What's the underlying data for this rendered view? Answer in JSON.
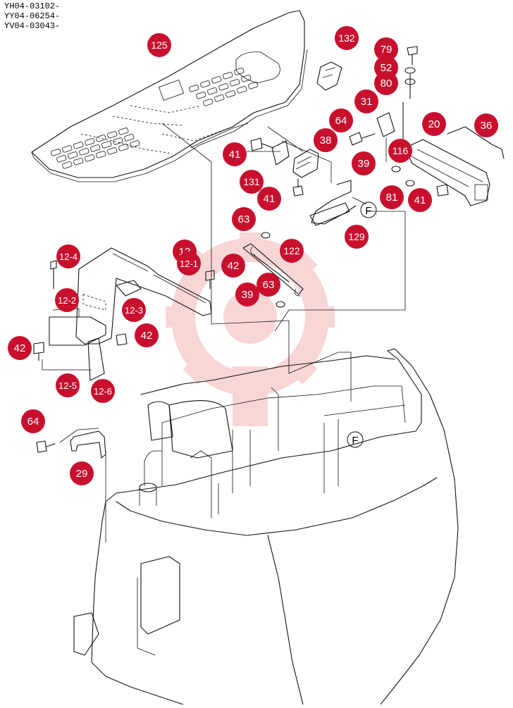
{
  "serial_numbers": [
    "YH04-03102-",
    "YY04-06254-",
    "YV04-03043-"
  ],
  "marker_color": "#c8102e",
  "watermark_color": "#f3b6b6",
  "callouts": [
    {
      "label": "125"
    },
    {
      "label": "132"
    },
    {
      "label": "79"
    },
    {
      "label": "52"
    },
    {
      "label": "80"
    },
    {
      "label": "31"
    },
    {
      "label": "64"
    },
    {
      "label": "20"
    },
    {
      "label": "36"
    },
    {
      "label": "38"
    },
    {
      "label": "41"
    },
    {
      "label": "116"
    },
    {
      "label": "39"
    },
    {
      "label": "131"
    },
    {
      "label": "41"
    },
    {
      "label": "81"
    },
    {
      "label": "41"
    },
    {
      "label": "63"
    },
    {
      "label": "129"
    },
    {
      "label": "12"
    },
    {
      "label": "12-4"
    },
    {
      "label": "12-1"
    },
    {
      "label": "42"
    },
    {
      "label": "122"
    },
    {
      "label": "63"
    },
    {
      "label": "39"
    },
    {
      "label": "12-2"
    },
    {
      "label": "12-3"
    },
    {
      "label": "42"
    },
    {
      "label": "42"
    },
    {
      "label": "12-5"
    },
    {
      "label": "12-6"
    },
    {
      "label": "64"
    },
    {
      "label": "29"
    }
  ],
  "reference_marks": [
    "F",
    "F"
  ]
}
